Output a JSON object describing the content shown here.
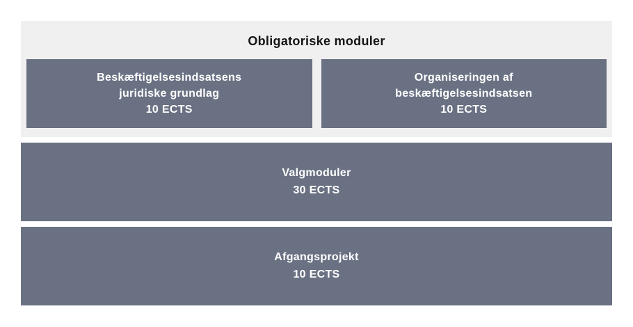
{
  "diagram": {
    "obligatory_section": {
      "title": "Obligatoriske moduler",
      "modules": [
        {
          "name_line1": "Beskæftigelsesindsatsens",
          "name_line2": "juridiske grundlag",
          "ects": "10 ECTS"
        },
        {
          "name_line1": "Organiseringen af",
          "name_line2": "beskæftigelsesindsatsen",
          "ects": "10 ECTS"
        }
      ]
    },
    "elective_section": {
      "title": "Valgmoduler",
      "ects": "30 ECTS"
    },
    "final_project_section": {
      "title": "Afgangsprojekt",
      "ects": "10 ECTS"
    },
    "colors": {
      "box_background": "#6a7183",
      "section_background": "#f1f0f0",
      "box_text": "#ffffff",
      "title_text": "#151515",
      "page_background": "#ffffff"
    }
  }
}
